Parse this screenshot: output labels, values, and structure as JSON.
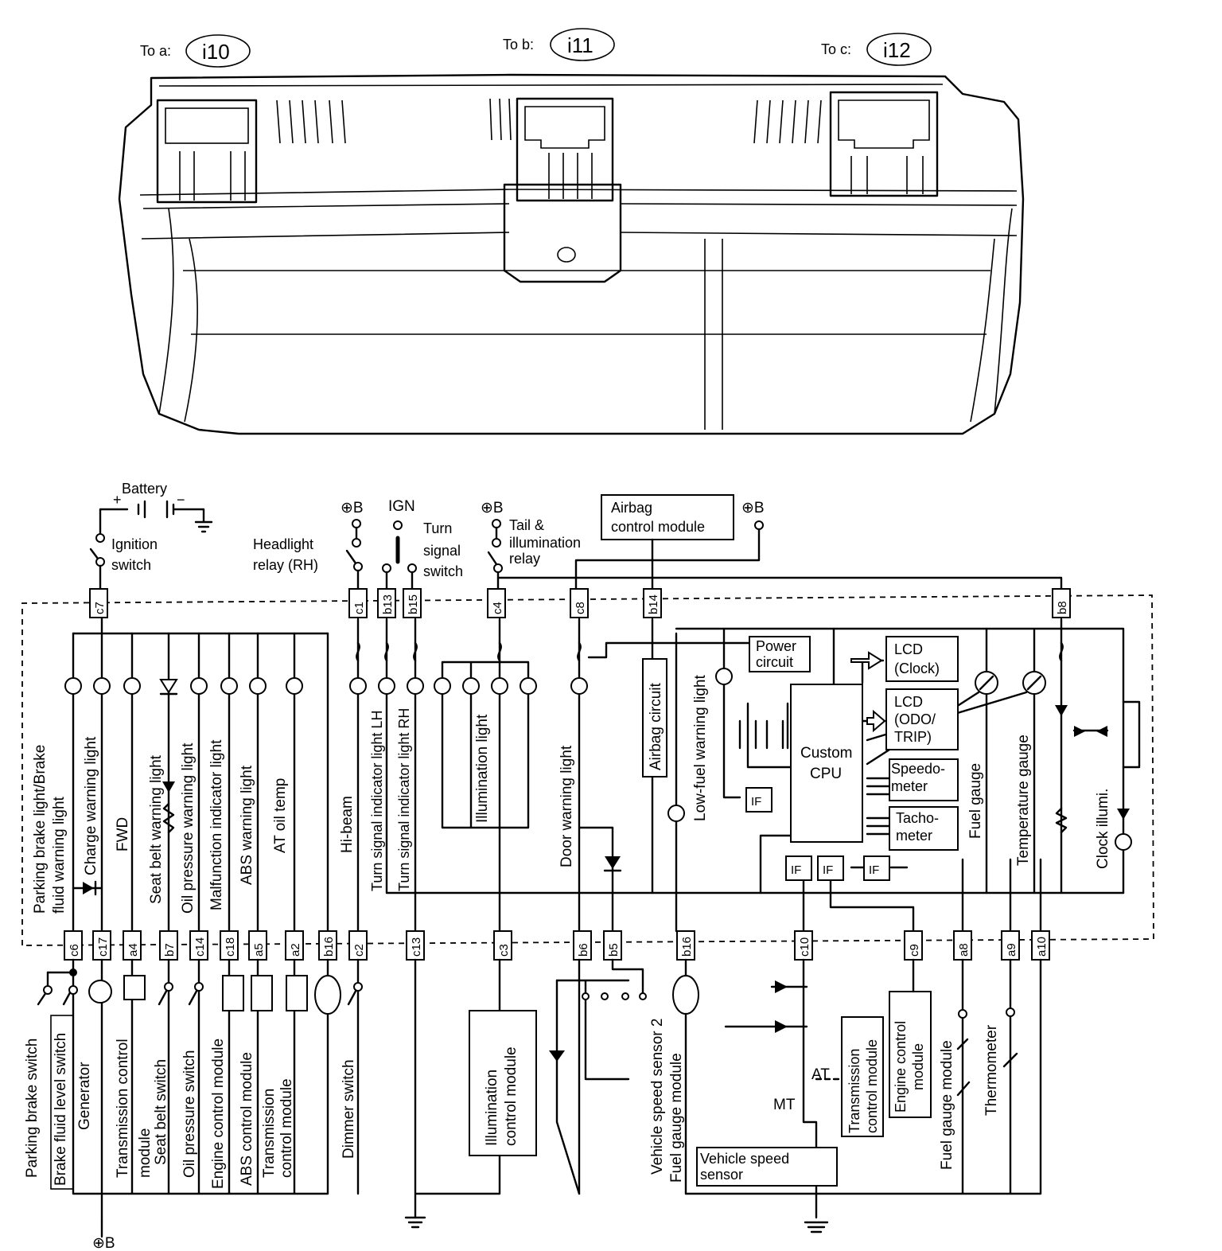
{
  "cluster": {
    "connectors": [
      {
        "prefix": "To a:",
        "code": "i10"
      },
      {
        "prefix": "To b:",
        "code": "i11"
      },
      {
        "prefix": "To c:",
        "code": "i12"
      }
    ]
  },
  "power": {
    "battery": "Battery",
    "plus": "+",
    "minus": "−",
    "ignition_switch": [
      "Ignition",
      "switch"
    ],
    "plus_b": "⊕B",
    "ign": "IGN",
    "headlight_relay": [
      "Headlight",
      "relay (RH)"
    ],
    "turn_signal_switch": [
      "Turn",
      "signal",
      "switch"
    ],
    "tail_relay": [
      "Tail &",
      "illumination",
      "relay"
    ],
    "airbag_module": [
      "Airbag",
      "control module"
    ]
  },
  "top_pins": [
    "c7",
    "c1",
    "b13",
    "b15",
    "c4",
    "c8",
    "b14",
    "b8"
  ],
  "bottom_pins": [
    "c6",
    "c17",
    "a4",
    "b7",
    "c14",
    "c18",
    "a5",
    "a2",
    "b16",
    "c2",
    "c13",
    "c3",
    "b6",
    "b5",
    "b16",
    "c10",
    "c9",
    "a8",
    "a9",
    "a10"
  ],
  "inner_labels": {
    "parking_brake": [
      "Parking brake light/Brake",
      "fluid warning light"
    ],
    "charge": "Charge warning light",
    "fwd": "FWD",
    "seat_belt": "Seat belt warning light",
    "oil_pressure": "Oil pressure warning light",
    "malfunction": "Malfunction indicator light",
    "abs": "ABS warning light",
    "at_oil": "AT oil temp",
    "hi_beam": "Hi-beam",
    "turn_lh": "Turn signal indicator light LH",
    "turn_rh": "Turn signal indicator light RH",
    "illumination": "Illumination light",
    "door": "Door warning light",
    "airbag_circuit": "Airbag circuit",
    "low_fuel": "Low-fuel warning light",
    "power_circuit": [
      "Power",
      "circuit"
    ],
    "lcd_clock": [
      "LCD",
      "(Clock)"
    ],
    "lcd_odo": [
      "LCD",
      "(ODO/",
      "TRIP)"
    ],
    "custom_cpu": [
      "Custom",
      "CPU"
    ],
    "speedometer": [
      "Speedo-",
      "meter"
    ],
    "tachometer": [
      "Tacho-",
      "meter"
    ],
    "fuel_gauge": "Fuel gauge",
    "temperature_gauge": "Temperature gauge",
    "clock_illumi": "Clock illumi.",
    "if": "IF"
  },
  "outer_labels": {
    "parking_brake_switch": "Parking brake switch",
    "brake_fluid_switch": "Brake fluid level switch",
    "generator": "Generator",
    "tcm1": [
      "Transmission control",
      "module"
    ],
    "seat_belt_switch": "Seat belt switch",
    "oil_pressure_switch": "Oil pressure switch",
    "ecm": "Engine control module",
    "abs_module": "ABS control module",
    "tcm2": [
      "Transmission",
      "control module"
    ],
    "dimmer": "Dimmer switch",
    "illum_module": [
      "Illumination",
      "control module"
    ],
    "vss2": "Vehicle speed sensor 2",
    "fuel_gauge_module": "Fuel gauge module",
    "at": "AT",
    "mt": "MT",
    "tcm3": [
      "Transmission",
      "control module"
    ],
    "ecm2": [
      "Engine control",
      "module"
    ],
    "vss": [
      "Vehicle speed",
      "sensor"
    ],
    "fuel_gauge_module2": "Fuel gauge module",
    "thermometer": "Thermometer",
    "bottom_plus_b": "⊕B"
  }
}
